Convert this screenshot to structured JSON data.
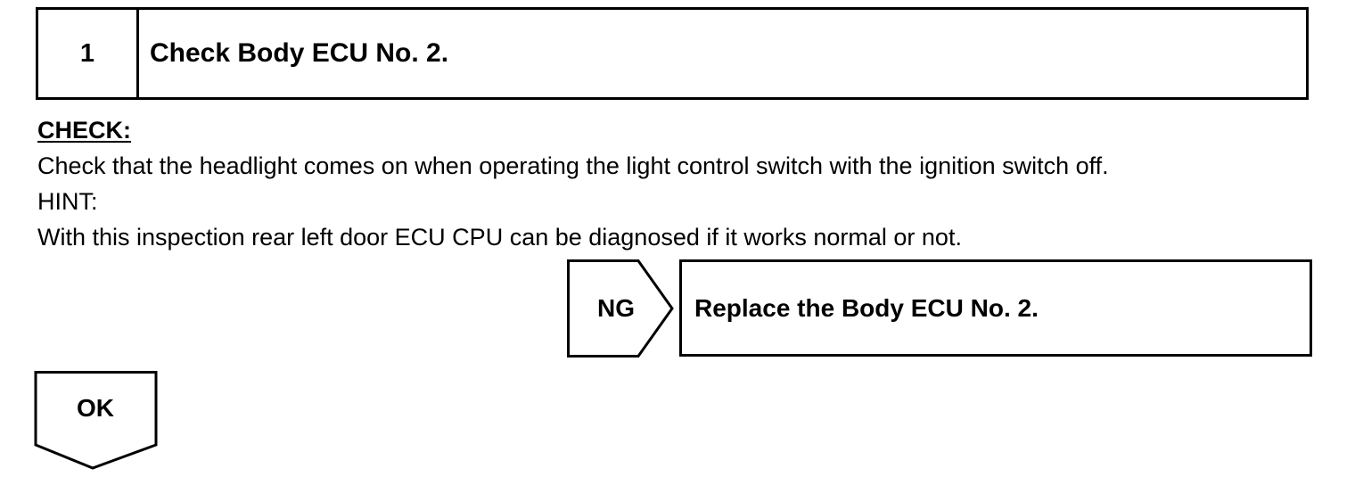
{
  "step": {
    "number": "1",
    "title": "Check Body ECU No. 2."
  },
  "check": {
    "heading": "CHECK:",
    "instruction": "Check that the headlight comes on when operating the light control switch with the ignition switch off.",
    "hint_label": "HINT:",
    "hint_text": "With this inspection rear left door ECU CPU can be diagnosed if it works normal or not."
  },
  "ng_branch": {
    "label": "NG",
    "action": "Replace the Body ECU No. 2."
  },
  "ok_branch": {
    "label": "OK"
  }
}
